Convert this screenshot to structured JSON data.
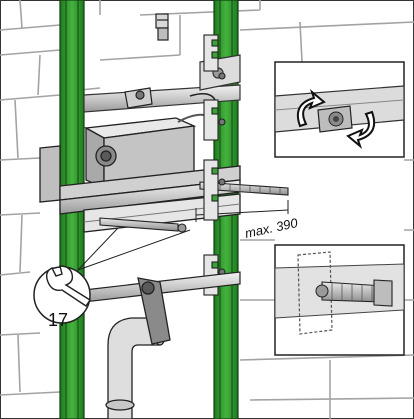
{
  "annotations": {
    "dimension_label": "max. 390",
    "wrench_size": "17"
  },
  "colors": {
    "wall_line": "#9a9a9a",
    "frame_green": "#3aa535",
    "frame_green_dark": "#1f6e1f",
    "metal_light": "#e4e4e4",
    "metal_mid": "#bdbdbd",
    "metal_dark": "#7a7a7a",
    "line": "#222222"
  },
  "icons": [
    "brick-wall",
    "green-frame-rails",
    "motor-box",
    "threaded-rod",
    "wrench-icon",
    "rotate-arrows-icon",
    "pipe-elbow"
  ]
}
